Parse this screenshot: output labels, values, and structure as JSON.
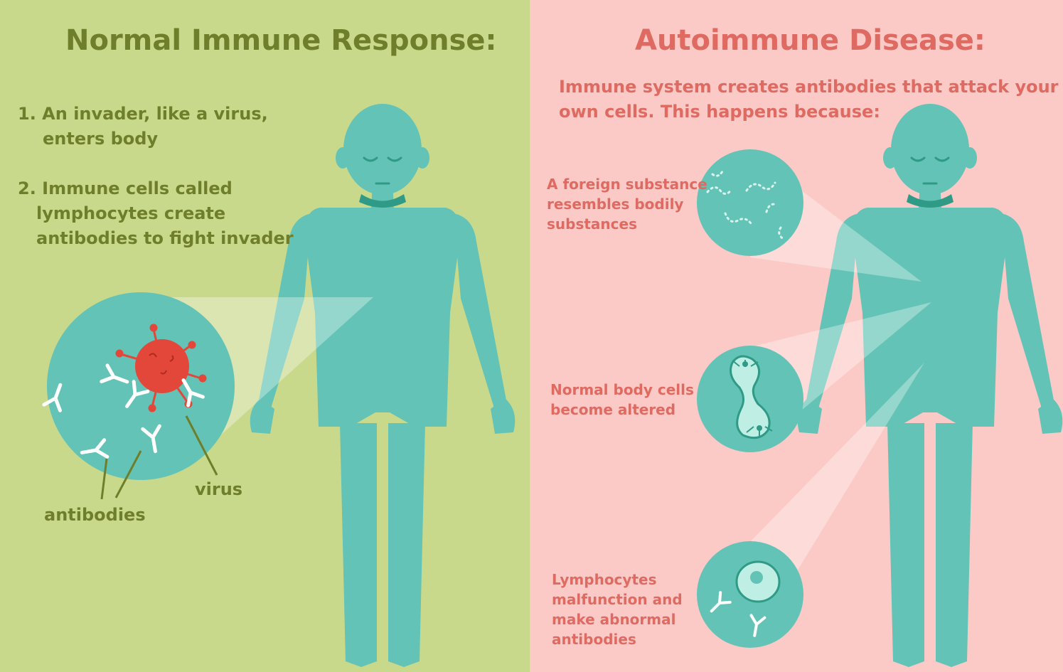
{
  "colors": {
    "left_background": "#c9d98c",
    "right_background": "#fbcac6",
    "left_text": "#6e7e2a",
    "right_text": "#df6a62",
    "body_teal": "#63c3b6",
    "body_dark_teal": "#2f9a86",
    "virus_red": "#e2473a",
    "antibody_white": "#ffffff"
  },
  "left_panel": {
    "title": "Normal Immune Response:",
    "step1": {
      "line1": "1. An invader, like a virus,",
      "line2": "enters body"
    },
    "step2": {
      "line1": "2. Immune cells called",
      "line2": "lymphocytes create",
      "line3": "antibodies to fight invader"
    },
    "label_virus": "virus",
    "label_antibodies": "antibodies"
  },
  "right_panel": {
    "title": "Autoimmune Disease:",
    "intro": {
      "line1": "Immune system creates antibodies that attack your",
      "line2": "own cells. This happens because:"
    },
    "cause1": {
      "line1": "A foreign substance",
      "line2": "resembles bodily",
      "line3": "substances"
    },
    "cause2": {
      "line1": "Normal body cells",
      "line2": "become altered"
    },
    "cause3": {
      "line1": "Lymphocytes",
      "line2": "malfunction and",
      "line3": "make abnormal",
      "line4": "antibodies"
    }
  }
}
